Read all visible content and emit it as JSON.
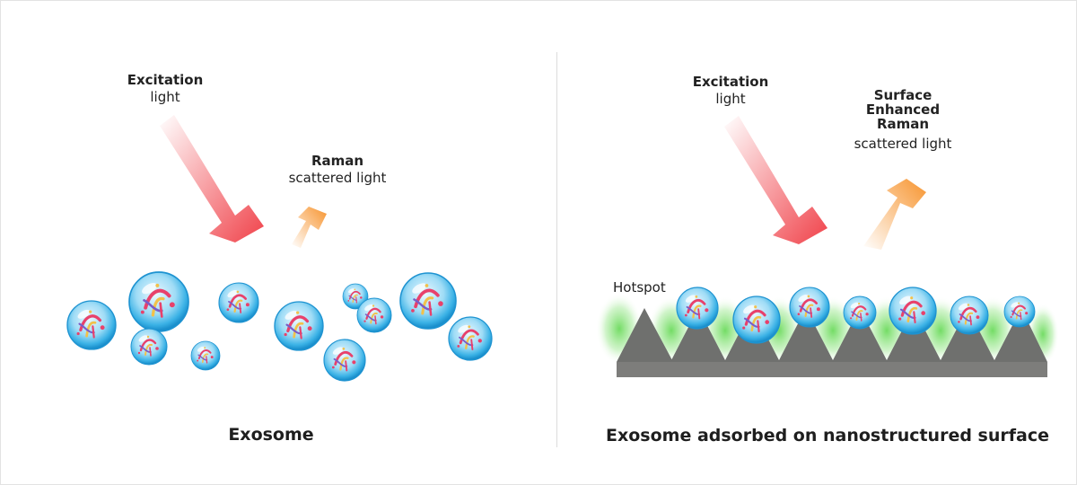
{
  "left_panel": {
    "excitation": {
      "bold": "Excitation",
      "normal": "light"
    },
    "raman": {
      "bold": "Raman",
      "normal": "scattered light"
    },
    "caption": "Exosome"
  },
  "right_panel": {
    "excitation": {
      "bold": "Excitation",
      "normal": "light"
    },
    "sers": {
      "line1": "Surface",
      "line2": "Enhanced",
      "line3": "Raman",
      "normal": "scattered light"
    },
    "hotspot_label": "Hotspot",
    "caption": "Exosome adsorbed on nanostructured surface"
  },
  "colors": {
    "excitation_arrow": "#f0424a",
    "scatter_arrow": "#f7942e",
    "exosome": "#2aa7e0",
    "substrate": "#7d7d7b",
    "hotspot_glow": "#5bd64a"
  }
}
